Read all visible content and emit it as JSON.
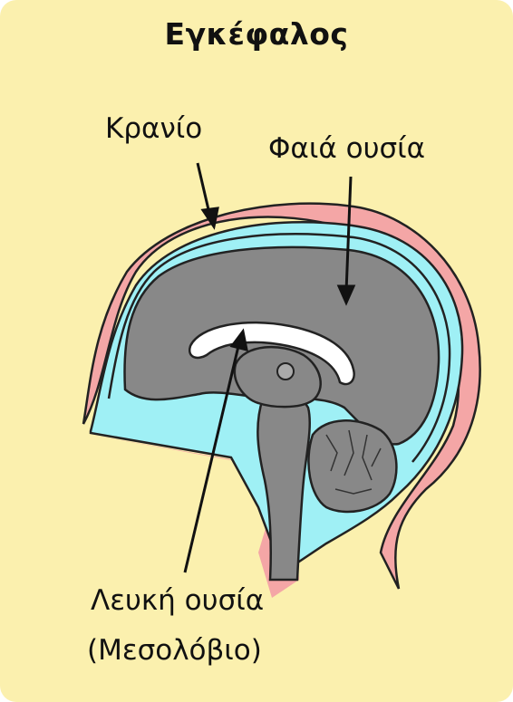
{
  "title": "Εγκέφαλος",
  "labels": {
    "skull": "Κρανίο",
    "grey_matter": "Φαιά ουσία",
    "white_matter": "Λευκή ουσία",
    "corpus_callosum": "(Μεσολόβιο)"
  },
  "colors": {
    "background": "#fbf0ae",
    "skull": "#f4a6a6",
    "csf": "#9ff0f5",
    "brain": "#888888",
    "white_matter": "#ffffff",
    "outline": "#222222"
  }
}
